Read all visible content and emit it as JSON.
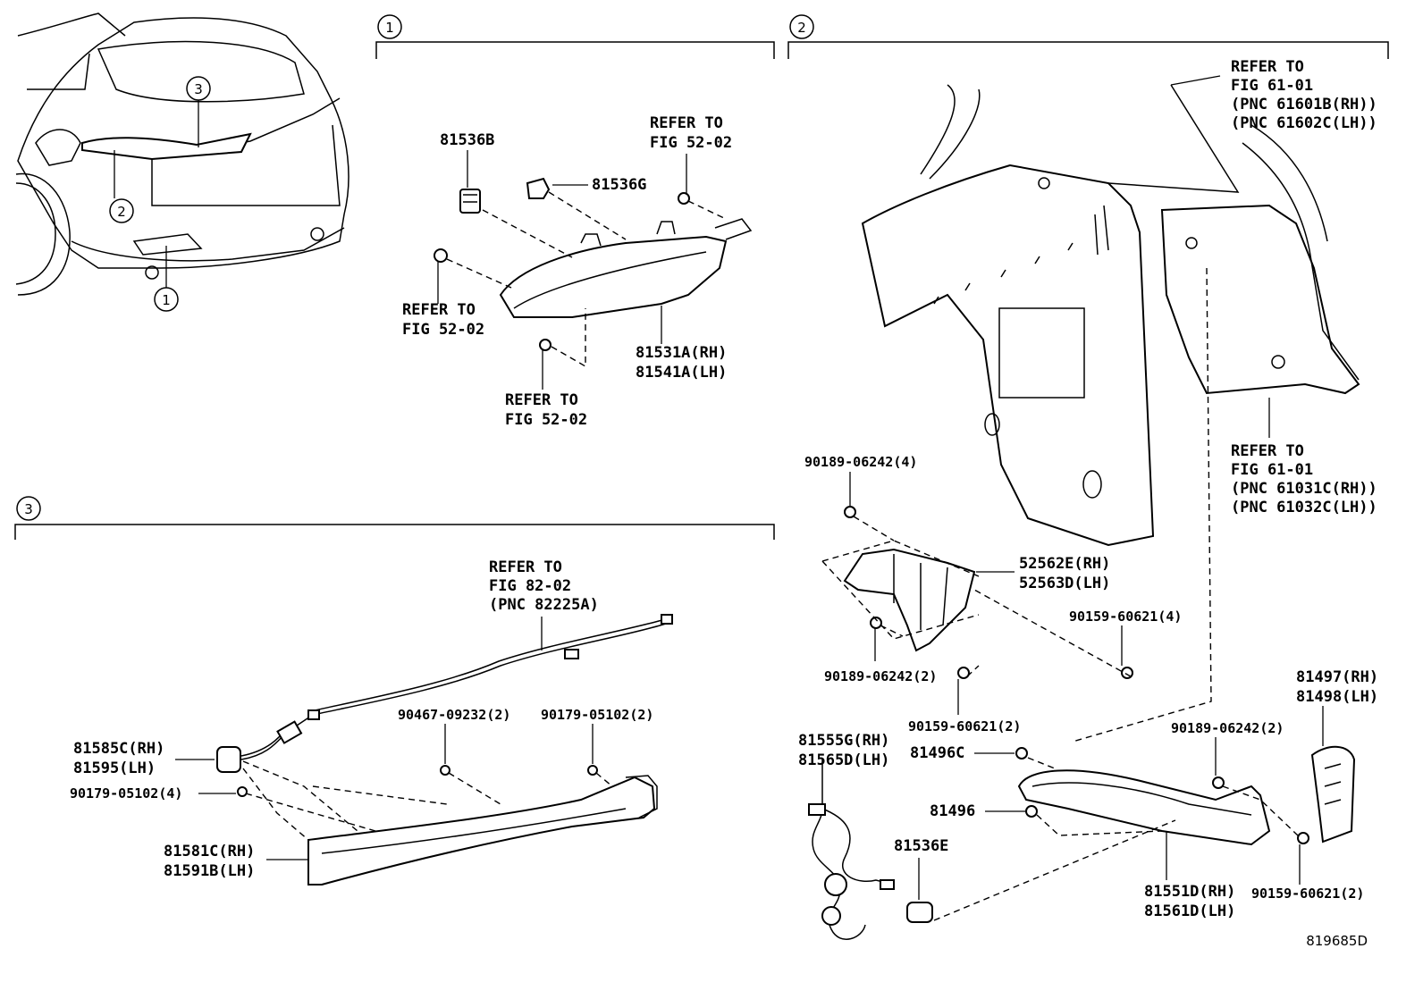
{
  "sections": {
    "s1": {
      "marker": "1"
    },
    "s2": {
      "marker": "2"
    },
    "s3": {
      "marker": "3"
    }
  },
  "overview": {
    "callouts": [
      "1",
      "2",
      "3"
    ]
  },
  "labels": {
    "p81536B": "81536B",
    "p81536G": "81536G",
    "refer_52_02_a": [
      "REFER TO",
      "FIG 52-02"
    ],
    "refer_52_02_b": [
      "REFER TO",
      "FIG 52-02"
    ],
    "refer_52_02_c": [
      "REFER TO",
      "FIG 52-02"
    ],
    "p81531A": [
      "81531A(RH)",
      "81541A(LH)"
    ],
    "refer_61_01_a": [
      "REFER TO",
      "FIG 61-01",
      "(PNC 61601B(RH))",
      "(PNC 61602C(LH))"
    ],
    "refer_61_01_b": [
      "REFER TO",
      "FIG 61-01",
      "(PNC 61031C(RH))",
      "(PNC 61032C(LH))"
    ],
    "p90189_4": "90189-06242(4)",
    "p52562E": [
      "52562E(RH)",
      "52563D(LH)"
    ],
    "p90159_4": "90159-60621(4)",
    "p90189_2a": "90189-06242(2)",
    "p90159_2a": "90159-60621(2)",
    "p81497": [
      "81497(RH)",
      "81498(LH)"
    ],
    "p90189_2b": "90189-06242(2)",
    "p81555G": [
      "81555G(RH)",
      "81565D(LH)"
    ],
    "p81496C": "81496C",
    "p81496": "81496",
    "p81536E": "81536E",
    "p81551D": [
      "81551D(RH)",
      "81561D(LH)"
    ],
    "p90159_2b": "90159-60621(2)",
    "refer_82_02": [
      "REFER TO",
      "FIG 82-02",
      "(PNC 82225A)"
    ],
    "p90467": "90467-09232(2)",
    "p90179_2": "90179-05102(2)",
    "p81585C": [
      "81585C(RH)",
      "81595(LH)"
    ],
    "p90179_4": "90179-05102(4)",
    "p81581C": [
      "81581C(RH)",
      "81591B(LH)"
    ]
  },
  "figure_id": "819685D"
}
